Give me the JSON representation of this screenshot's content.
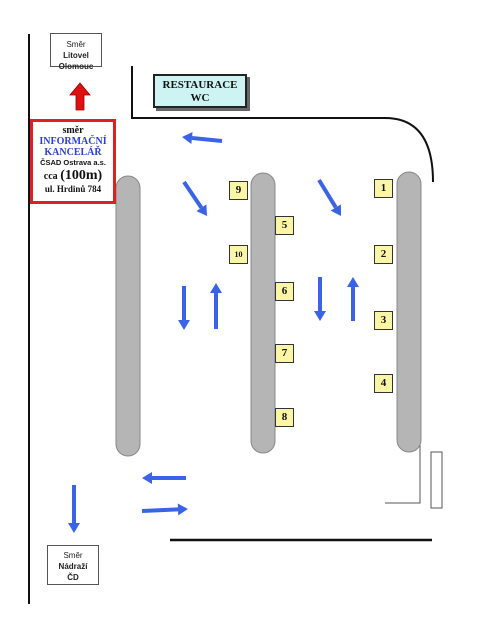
{
  "signs": {
    "north": {
      "line1": "Směr",
      "line2": "Litovel",
      "line3": "Olomouc"
    },
    "south": {
      "line1": "Směr",
      "line2": "Nádraží",
      "line3": "ČD"
    }
  },
  "restaurant": {
    "line1": "RESTAURACE",
    "line2": "WC"
  },
  "info_office": {
    "line1": "směr",
    "line2": "INFORMAČNÍ",
    "line3": "KANCELÁŘ",
    "line4": "ČSAD Ostrava a.s.",
    "line5_prefix": "cca",
    "line5_distance": "(100m)",
    "line6": "ul. Hrdinů 784"
  },
  "bays": [
    "1",
    "2",
    "3",
    "4",
    "5",
    "6",
    "7",
    "8",
    "9",
    "10"
  ],
  "colors": {
    "arrow_blue": "#3b63e6",
    "arrow_red": "#e01010",
    "platform_gray": "#b5b5b5",
    "bay_yellow": "#fbf5a6",
    "restaurant_cyan": "#cdf3f3",
    "info_border_red": "#e02020",
    "info_text_blue": "#2a3fd6"
  },
  "icons": {
    "direction_arrow": "arrow-icon",
    "exit_arrow": "red-up-arrow-icon"
  }
}
